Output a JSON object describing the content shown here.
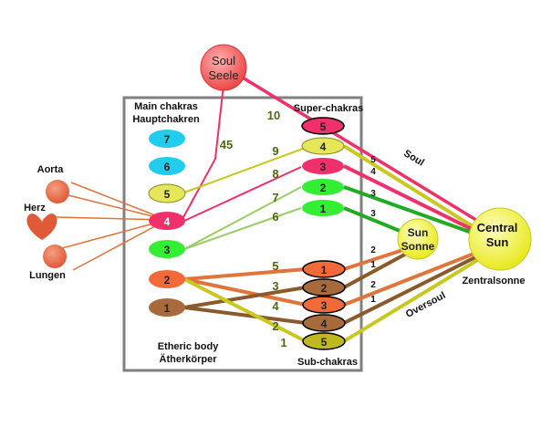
{
  "soul": {
    "line1": "Soul",
    "line2": "Seele"
  },
  "box": {
    "main_title_1": "Main chakras",
    "main_title_2": "Hauptchakren",
    "super_title": "Super-chakras",
    "etheric_1": "Etheric body",
    "etheric_2": "Ätherkörper",
    "sub_title": "Sub-chakras"
  },
  "organs": {
    "aorta": "Aorta",
    "herz": "Herz",
    "lungen": "Lungen"
  },
  "main_chakras": [
    {
      "label": "7",
      "color": "#22ccee"
    },
    {
      "label": "6",
      "color": "#22ccee"
    },
    {
      "label": "5",
      "color": "#e6e65a"
    },
    {
      "label": "4",
      "color": "#f0306a"
    },
    {
      "label": "3",
      "color": "#33ee33"
    },
    {
      "label": "2",
      "color": "#f26a3a"
    },
    {
      "label": "1",
      "color": "#a86a3a"
    }
  ],
  "super_chakras": [
    {
      "label": "5",
      "color": "#f0306a"
    },
    {
      "label": "4",
      "color": "#e6e65a"
    },
    {
      "label": "3",
      "color": "#f0306a"
    },
    {
      "label": "2",
      "color": "#33ee33"
    },
    {
      "label": "1",
      "color": "#33ee33"
    }
  ],
  "sub_chakras": [
    {
      "label": "1",
      "color": "#f26a3a"
    },
    {
      "label": "2",
      "color": "#a86a3a"
    },
    {
      "label": "3",
      "color": "#f26a3a"
    },
    {
      "label": "4",
      "color": "#a86a3a"
    },
    {
      "label": "5",
      "color": "#c0b820"
    }
  ],
  "weights": {
    "w45": "45",
    "w10": "10",
    "w9": "9",
    "w8": "8",
    "w7": "7",
    "w6": "6",
    "w5": "5",
    "w3": "3",
    "w4": "4",
    "w2": "2",
    "w1": "1"
  },
  "right_numbers": {
    "s5": "5",
    "s4": "4",
    "s3a": "3",
    "s3b": "3",
    "b2": "2",
    "b1": "1",
    "b2b": "2",
    "b1b": "1"
  },
  "sun": {
    "line1": "Sun",
    "line2": "Sonne"
  },
  "central": {
    "line1": "Central",
    "line2": "Sun",
    "caption": "Zentralsonne"
  },
  "line_labels": {
    "soul": "Soul",
    "oversoul": "Oversoul"
  },
  "colors": {
    "pink": "#f0306a",
    "yellow": "#c8c820",
    "green": "#22bb22",
    "lightgreen": "#99cc66",
    "orange": "#e0743a",
    "brown": "#8a5a2a"
  }
}
